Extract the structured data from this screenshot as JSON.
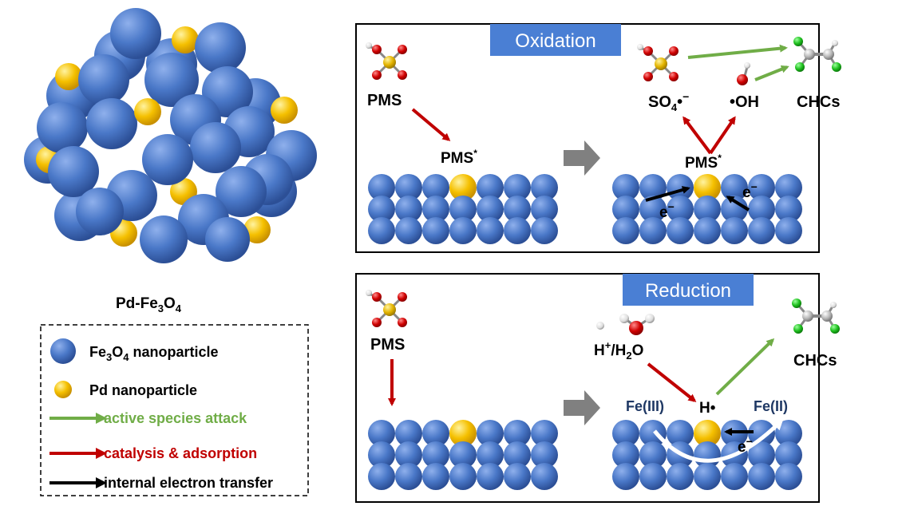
{
  "cluster_caption": {
    "main": "Pd-Fe",
    "sub1": "3",
    "mid": "O",
    "sub2": "4"
  },
  "legend": {
    "fe3o4_main": "Fe",
    "fe3o4_sub1": "3",
    "fe3o4_mid": "O",
    "fe3o4_sub2": "4",
    "fe3o4_tail": " nanoparticle",
    "pd": "Pd nanoparticle",
    "green_arrow": "active species attack",
    "red_arrow": "catalysis & adsorption",
    "black_arrow": "internal electron transfer"
  },
  "oxidation": {
    "title": "Oxidation",
    "pms": "PMS",
    "pms_star": "PMS",
    "star": "*",
    "so4_main": "SO",
    "so4_sub": "4",
    "so4_tail": "•",
    "so4_sup": "−",
    "oh": "•OH",
    "chcs": "CHCs",
    "electron": "e",
    "electron_sup": "−"
  },
  "reduction": {
    "title": "Reduction",
    "pms": "PMS",
    "h_main": "H",
    "h_sup": "+",
    "h_mid": "/H",
    "h_sub": "2",
    "h_tail": "O",
    "h_radical": "H•",
    "fe3": "Fe(III)",
    "fe2": "Fe(II)",
    "chcs": "CHCs",
    "electron": "e",
    "electron_sup": "−"
  },
  "colors": {
    "fe_blue": "#4a78c8",
    "pd_yellow": "#f5c000",
    "title_blue": "#4a7fd4",
    "green": "#70ad47",
    "red": "#c00000",
    "grey_arrow": "#808080",
    "fe_label": "#1f3864"
  }
}
